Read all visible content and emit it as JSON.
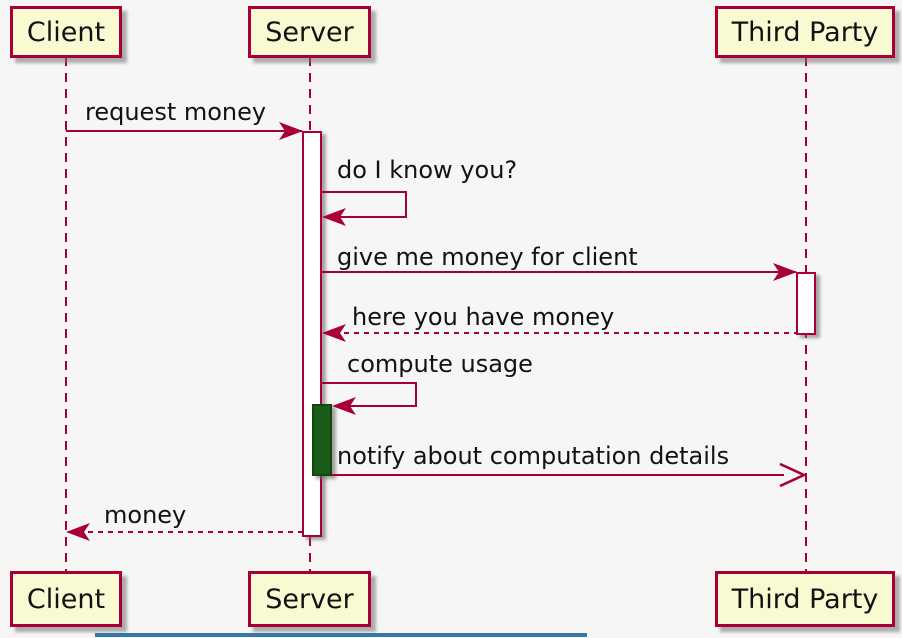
{
  "diagram": {
    "type": "uml-sequence",
    "participants": [
      {
        "id": "client",
        "label": "Client"
      },
      {
        "id": "server",
        "label": "Server"
      },
      {
        "id": "third_party",
        "label": "Third Party"
      }
    ],
    "messages": [
      {
        "from": "client",
        "to": "server",
        "label": "request money",
        "line": "solid",
        "head": "filled"
      },
      {
        "from": "server",
        "to": "server",
        "label": "do I know you?",
        "line": "solid",
        "head": "filled"
      },
      {
        "from": "server",
        "to": "third_party",
        "label": "give me money for client",
        "line": "solid",
        "head": "filled"
      },
      {
        "from": "third_party",
        "to": "server",
        "label": "here you have money",
        "line": "dashed",
        "head": "filled"
      },
      {
        "from": "server",
        "to": "server",
        "label": "compute usage",
        "line": "solid",
        "head": "filled"
      },
      {
        "from": "server",
        "to": "third_party",
        "label": "notify about computation details",
        "line": "solid",
        "head": "open"
      },
      {
        "from": "server",
        "to": "client",
        "label": "money",
        "line": "dashed",
        "head": "filled"
      }
    ],
    "activations": [
      {
        "on": "server",
        "color": "white"
      },
      {
        "on": "third_party",
        "color": "white"
      },
      {
        "on": "server",
        "color": "dark-green"
      }
    ],
    "colors": {
      "participant_fill": "#fafad2",
      "participant_border": "#a80036",
      "line": "#a80036",
      "activation_fill": "#fefefe",
      "activation_green": "#1a5c1a",
      "background": "#f6f6f4",
      "text": "#121212",
      "bottom_bar": "#3677ab"
    }
  }
}
